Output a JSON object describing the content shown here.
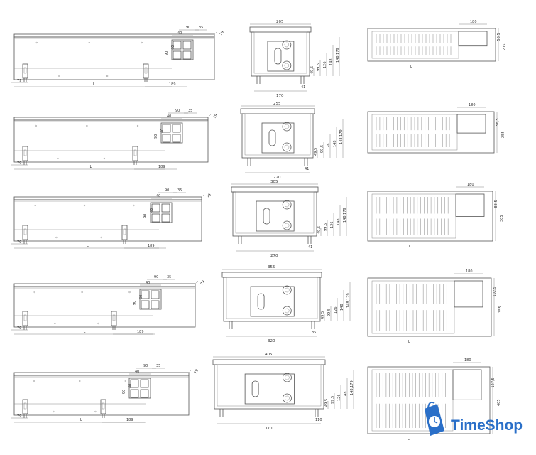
{
  "rows": [
    {
      "width": "205",
      "inner": "170",
      "depth_label": "41",
      "outlet": "58,5",
      "width_label": "205",
      "side_dims": [
        "49,5",
        "99,5",
        "126",
        "148",
        "148,179"
      ]
    },
    {
      "width": "255",
      "inner": "220",
      "depth_label": "41",
      "outlet": "58,5",
      "width_label": "255",
      "side_dims": [
        "49,5",
        "99,5",
        "126",
        "148",
        "148,179"
      ]
    },
    {
      "width": "305",
      "inner": "270",
      "depth_label": "41",
      "outlet": "83,5",
      "width_label": "305",
      "side_dims": [
        "49,5",
        "99,5",
        "126",
        "148",
        "148,179"
      ]
    },
    {
      "width": "355",
      "inner": "320",
      "depth_label": "85",
      "outlet": "102,5",
      "width_label": "355",
      "side_dims": [
        "49,5",
        "99,5",
        "126",
        "148",
        "148,179"
      ]
    },
    {
      "width": "405",
      "inner": "370",
      "depth_label": "110",
      "outlet": "127,5",
      "width_label": "405",
      "side_dims": [
        "49,5",
        "99,5",
        "126",
        "148",
        "148,179"
      ]
    }
  ],
  "common": {
    "box_90": "90",
    "box_40": "40",
    "box_35": "35",
    "box_h": "90",
    "box_h2": "40",
    "end": "79",
    "start": "79",
    "length": "L",
    "offset": "189",
    "top_view_180": "180",
    "top_view_L": "L"
  },
  "brand": {
    "name": "TimeShop",
    "accent": "#2a6fc8"
  }
}
